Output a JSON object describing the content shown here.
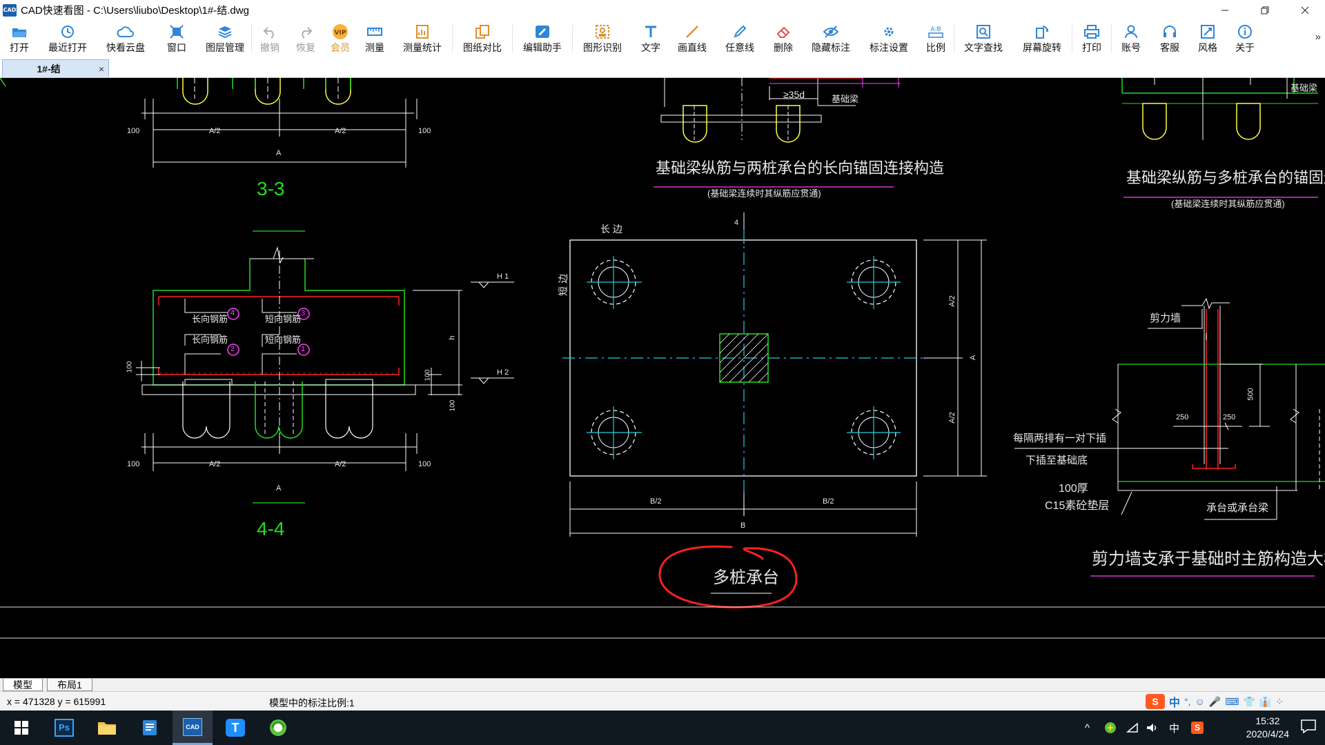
{
  "window": {
    "title": "CAD快速看图 - C:\\Users\\liubo\\Desktop\\1#-结.dwg",
    "app_icon_text": "CAD"
  },
  "toolbar": {
    "items": [
      {
        "label": "打开",
        "icon": "folder-open-icon"
      },
      {
        "label": "最近打开",
        "icon": "recent-clock-icon"
      },
      {
        "label": "快看云盘",
        "icon": "cloud-icon"
      },
      {
        "label": "窗口",
        "icon": "window-icon"
      },
      {
        "label": "图层管理",
        "icon": "layers-icon"
      },
      {
        "label": "撤销",
        "icon": "undo-icon"
      },
      {
        "label": "恢复",
        "icon": "redo-icon"
      },
      {
        "label": "会员",
        "icon": "vip-icon",
        "badge": "VIP"
      },
      {
        "label": "测量",
        "icon": "ruler-icon"
      },
      {
        "label": "测量统计",
        "icon": "measure-stats-icon"
      },
      {
        "label": "图纸对比",
        "icon": "compare-icon"
      },
      {
        "label": "编辑助手",
        "icon": "edit-assistant-icon"
      },
      {
        "label": "图形识别",
        "icon": "shape-recognize-icon"
      },
      {
        "label": "文字",
        "icon": "text-icon"
      },
      {
        "label": "画直线",
        "icon": "line-icon"
      },
      {
        "label": "任意线",
        "icon": "pen-icon"
      },
      {
        "label": "删除",
        "icon": "eraser-icon"
      },
      {
        "label": "隐藏标注",
        "icon": "eye-hide-icon"
      },
      {
        "label": "标注设置",
        "icon": "annotation-settings-icon"
      },
      {
        "label": "比例",
        "icon": "scale-icon",
        "badge": "A:B"
      },
      {
        "label": "文字查找",
        "icon": "text-search-icon"
      },
      {
        "label": "屏幕旋转",
        "icon": "rotate-screen-icon"
      },
      {
        "label": "打印",
        "icon": "printer-icon"
      },
      {
        "label": "账号",
        "icon": "user-icon"
      },
      {
        "label": "客服",
        "icon": "headset-icon"
      },
      {
        "label": "风格",
        "icon": "style-icon"
      },
      {
        "label": "关于",
        "icon": "info-icon"
      }
    ],
    "more": "»"
  },
  "tabs": [
    {
      "label": "1#-结",
      "close": "×"
    }
  ],
  "drawing": {
    "section_3_3": "3-3",
    "section_4_4": "4-4",
    "dim_100": "100",
    "dim_a2": "A/2",
    "dim_a": "A",
    "dim_b2": "B/2",
    "dim_b": "B",
    "dim_h": "h",
    "level_h1": "H 1",
    "level_h2": "H 2",
    "rebar_long": "长向钢筋",
    "rebar_short": "短向钢筋",
    "mark_1": "1",
    "mark_2": "2",
    "mark_3": "3",
    "mark_4": "4",
    "long_side": "长 边",
    "short_side": "短 边",
    "anchor_35d": "≥35d",
    "beam_label": "基础梁",
    "title_two_pile": "基础梁纵筋与两桩承台的长向锚固连接构造",
    "sub_two_pile": "(基础梁连续时其纵筋应贯通)",
    "title_multi_pile": "基础梁纵筋与多桩承台的锚固连接构造",
    "sub_multi_pile": "(基础梁连续时其纵筋应贯通)",
    "multi_pile_cap": "多桩承台",
    "shear_wall": "剪力墙",
    "dim_500": "500",
    "dim_250a": "250",
    "dim_250b": "250",
    "note_rebar_1": "每隔两排有一对下插",
    "note_rebar_2": "下插至基础底",
    "note_cushion_1": "100厚",
    "note_cushion_2": "C15素砼垫层",
    "cap_or_beam": "承台或承台梁",
    "title_shear_wall": "剪力墙支承于基础时主筋构造大样",
    "axis_4": "4",
    "annotation_color": "#ff2020"
  },
  "layout_tabs": [
    {
      "label": "模型"
    },
    {
      "label": "布局1"
    }
  ],
  "status": {
    "coords": "x = 471328  y = 615991",
    "scale": "模型中的标注比例:1",
    "ime": [
      "中",
      "°,",
      "☺",
      "🎤",
      "⌨",
      "👕",
      "👔",
      "⁘"
    ]
  },
  "taskbar": {
    "apps": [
      {
        "name": "photoshop",
        "label": "Ps"
      },
      {
        "name": "file-explorer",
        "label": ""
      },
      {
        "name": "notepad-app",
        "label": ""
      },
      {
        "name": "cad-viewer",
        "label": "CAD"
      },
      {
        "name": "text-app",
        "label": "T"
      },
      {
        "name": "browser-app",
        "label": ""
      }
    ],
    "tray": {
      "ime_lang": "中",
      "chevron": "^"
    },
    "time": "15:32",
    "date": "2020/4/24"
  }
}
